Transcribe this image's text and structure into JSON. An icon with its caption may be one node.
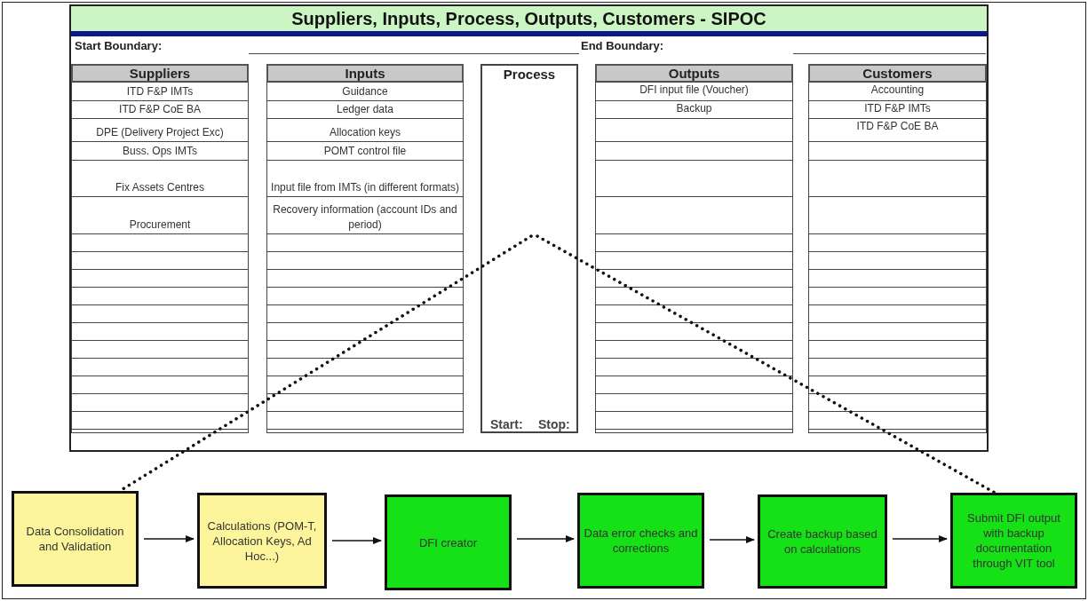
{
  "diagram": {
    "title": "Suppliers, Inputs, Process, Outputs, Customers -  SIPOC",
    "nodes": [
      {
        "text": [
          "Process"
        ]
      },
      {
        "text": [
          "Data Consolidation and Validation"
        ]
      },
      {
        "text": [
          "Calculations (POM-T, Allocation Keys, Ad Hoc...)"
        ]
      },
      {
        "text": [
          "DFI creator"
        ]
      },
      {
        "text": [
          "Data error checks and corrections"
        ]
      },
      {
        "text": [
          "Create backup based on calculations"
        ]
      },
      {
        "text": [
          "Submit DFI output with backup documentation through VIT tool"
        ]
      }
    ],
    "edges": [
      {
        "from": 0,
        "to": 1,
        "arrow": "none",
        "style": "dashed"
      },
      {
        "from": 0,
        "to": 6,
        "arrow": "none",
        "style": "dashed"
      },
      {
        "from": 1,
        "to": 2,
        "arrow": "to"
      },
      {
        "from": 2,
        "to": 3,
        "arrow": "to"
      },
      {
        "from": 3,
        "to": 4,
        "arrow": "to"
      },
      {
        "from": 4,
        "to": 5,
        "arrow": "to"
      },
      {
        "from": 5,
        "to": 6,
        "arrow": "to"
      }
    ],
    "labels": [
      "Start Boundary:",
      "End Boundary:",
      "Suppliers",
      "ITD F&P IMTs",
      "ITD F&P CoE BA",
      "DPE (Delivery Project Exc)",
      "Buss. Ops IMTs",
      "Fix Assets Centres",
      "Procurement",
      "Inputs",
      "Guidance",
      "Ledger data",
      "Allocation keys",
      "POMT control file",
      "Input file from IMTs (in different formats)",
      "Recovery information (account IDs and period)",
      "Start:",
      "Stop:",
      "Outputs",
      "DFI input file (Voucher)",
      "Backup",
      "Customers",
      "Accounting",
      "ITD F&P IMTs",
      "ITD F&P CoE BA"
    ]
  }
}
